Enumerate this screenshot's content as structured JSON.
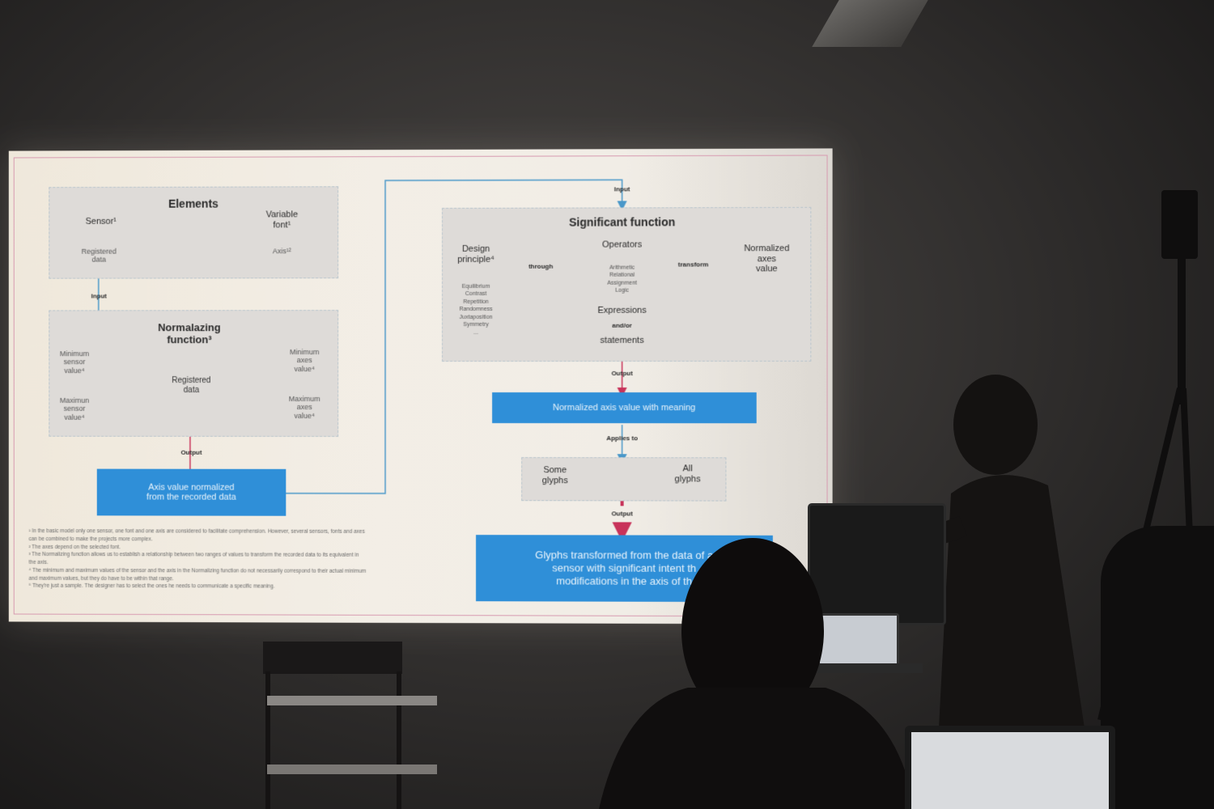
{
  "left": {
    "elements_title": "Elements",
    "sensor": "Sensor¹",
    "variable_font": "Variable\nfont¹",
    "registered_data": "Registered\ndata",
    "axis": "Axis¹²",
    "input_label": "Input",
    "normalizing_title": "Normalazing\nfunction³",
    "min_sensor": "Minimum\nsensor\nvalue⁴",
    "min_axes": "Minimum\naxes\nvalue⁴",
    "registered_data_2": "Registered\ndata",
    "max_sensor": "Maximun\nsensor\nvalue⁴",
    "max_axes": "Maximum\naxes\nvalue⁴",
    "output_label": "Output",
    "axis_box": "Axis value normalized\nfrom the recorded data",
    "footnotes": [
      "¹ In the basic model only one sensor, one font and one axis are considered to facilitate comprehension. However, several sensors, fonts and axes can be combined to make the projects more complex.",
      "² The axes depend on the selected font.",
      "³ The Normalizing function allows us to establish a relationship between two ranges of values to transform the recorded data to its equivalent in the axis.",
      "⁴ The minimum and maximum values of the sensor and the axis in the Normalizing function do not necessarily correspond to their actual minimum and maximum values, but they do have to be within that range.",
      "⁵ They're just a sample. The designer has to select the ones he needs to communicate a specific meaning."
    ]
  },
  "right": {
    "input_label": "Input",
    "significant_title": "Significant function",
    "design_principle": "Design\nprinciple⁴",
    "principles": "Equilibrium\nContrast\nRepetition\nRandomness\nJuxtaposition\nSymmetry\n...",
    "through": "through",
    "operators": "Operators",
    "operator_list": "Arithmetic\nRelational\nAssignment\nLogic",
    "transform": "transform",
    "normalized_axes": "Normalized\naxes\nvalue",
    "expressions": "Expressions",
    "and_or": "and/or",
    "statements": "statements",
    "output_label": "Output",
    "meaning_box": "Normalized axis value with meaning",
    "applies_to": "Applies to",
    "some_glyphs": "Some\nglyphs",
    "all_glyphs": "All\nglyphs",
    "output_label_2": "Output",
    "final_box": "Glyphs transformed from the data of a\nsensor with significant intent th\nmodifications in the axis of th"
  },
  "colors": {
    "accent_blue": "#2f8fd8",
    "arrow_red": "#c8335a",
    "line_blue": "#4a98c9"
  }
}
